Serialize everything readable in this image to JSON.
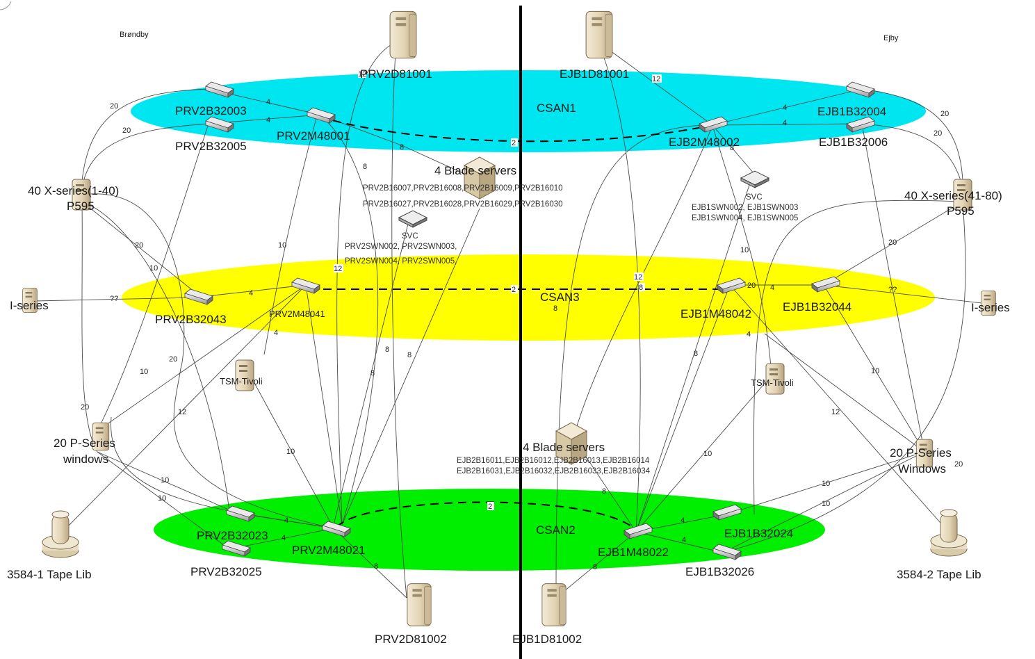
{
  "sites": {
    "left": "Brøndby",
    "right": "Ejby"
  },
  "fabrics": [
    {
      "id": "csan1",
      "label": "CSAN1",
      "color": "#00e6f0",
      "isl": "2"
    },
    {
      "id": "csan3",
      "label": "CSAN3",
      "color": "#ffff00",
      "isl": "2"
    },
    {
      "id": "csan2",
      "label": "CSAN2",
      "color": "#00ee00",
      "isl": "2"
    }
  ],
  "switches": {
    "prv2b32003": "PRV2B32003",
    "prv2b32005": "PRV2B32005",
    "prv2m48001": "PRV2M48001",
    "ejb2m48002": "EJB2M48002",
    "ejb1b32004": "EJB1B32004",
    "ejb1b32006": "EJB1B32006",
    "prv2b32043": "PRV2B32043",
    "prv2m48041": "PRV2M48041",
    "ejb1m48042": "EJB1M48042",
    "ejb1b32044": "EJB1B32044",
    "prv2b32023": "PRV2B32023",
    "prv2b32025": "PRV2B32025",
    "prv2m48021": "PRV2M48021",
    "ejb1m48022": "EJB1M48022",
    "ejb1b32024": "EJB1B32024",
    "ejb1b32026": "EJB1B32026"
  },
  "servers": {
    "prv2d81001": "PRV2D81001",
    "ejb1d81001": "EJB1D81001",
    "prv2d81002": "PRV2D81002",
    "ejb1d81002": "EJB1D81002",
    "xseries_left": "40 X-series(1-40)",
    "p595_left": "P595",
    "xseries_right": "40 X-series(41-80)",
    "p595_right": "P595",
    "iseries_left": "I-series",
    "iseries_right": "I-series",
    "tsm_left": "TSM-Tivoli",
    "tsm_right": "TSM-Tivoli",
    "pseries_left_1": "20 P-Series",
    "pseries_left_2": "windows",
    "pseries_right_1": "20 P-Series",
    "pseries_right_2": "Windows",
    "tape_left": "3584-1 Tape Lib",
    "tape_right": "3584-2 Tape Lib"
  },
  "blades": {
    "top_title": "4 Blade servers",
    "top_line1": "PRV2B16007,PRV2B16008,PRV2B16009,PRV2B16010",
    "top_line2": "PRV2B16027,PRV2B16028,PRV2B16029,PRV2B16030",
    "bottom_title": "4 Blade servers",
    "bottom_line1": "EJB2B16011,EJB2B16012,EJB2B16013,EJB2B16014",
    "bottom_line2": "EJB2B16031,EJB2B16032,EJB2B16033,EJB2B16034"
  },
  "svc": {
    "left_label": "SVC",
    "left_line1": "PRV2SWN002, PRV2SWN003,",
    "left_line2": "PRV2SWN004, PRV2SWN005,",
    "right_label": "SVC",
    "right_line1": "EJB1SWN002, EJB1SWN003",
    "right_line2": "EJB1SWN004, EJB1SWN005"
  },
  "link_counts": {
    "c20": "20",
    "c12": "12",
    "c10": "10",
    "c8": "8",
    "c4": "4",
    "c2": "2",
    "cq": "??"
  },
  "colors": {
    "csan1": "#00e6f0",
    "csan3": "#ffff00",
    "csan2": "#00ee00",
    "divider": "#000000",
    "device_body": "#e8dcc2",
    "device_dark": "#b9a98a"
  },
  "icons": [
    "server-tower-icon",
    "fc-switch-icon",
    "svc-node-icon",
    "tape-library-icon",
    "blade-chassis-icon",
    "small-server-icon"
  ]
}
